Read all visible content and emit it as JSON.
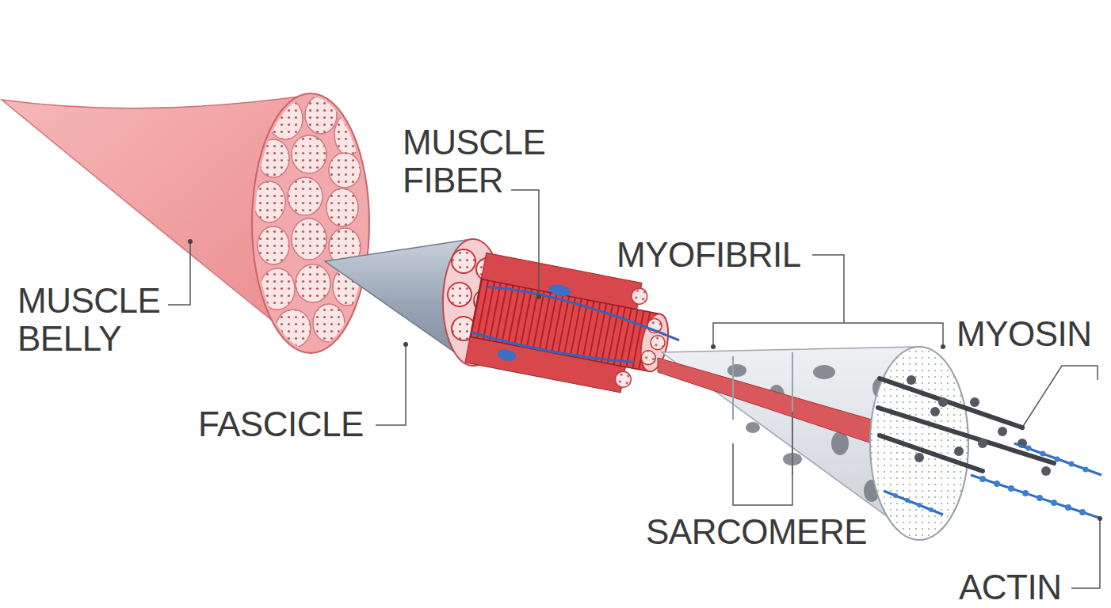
{
  "diagram": {
    "labels": [
      "MUSCLE BELLY",
      "MUSCLE FIBER",
      "FASCICLE",
      "MYOFIBRIL",
      "MYOSIN",
      "SARCOMERE",
      "ACTIN"
    ]
  }
}
